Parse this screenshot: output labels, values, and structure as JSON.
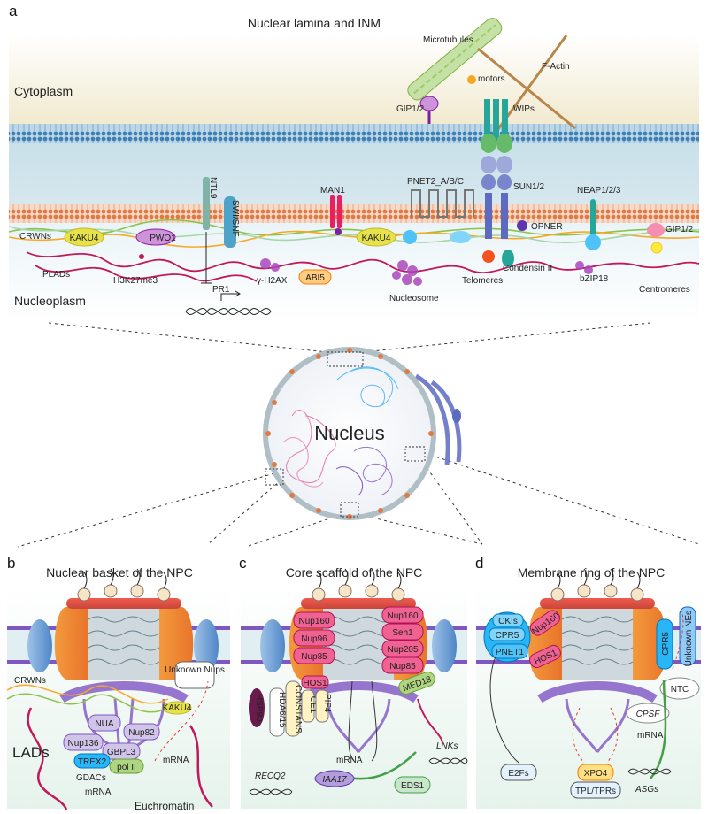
{
  "panel_a": {
    "letter": "a",
    "title": "Nuclear lamina and INM",
    "cytoplasm": "Cytoplasm",
    "nucleoplasm": "Nucleoplasm",
    "labels": {
      "microtubules": "Microtubules",
      "motors": "motors",
      "factin": "F-Actin",
      "gip_top": "GIP1/2",
      "wips": "WIPs",
      "man1": "MAN1",
      "pnet2": "PNET2_A/B/C",
      "sun": "SUN1/2",
      "neap": "NEAP1/2/3",
      "crwns": "CRWNs",
      "kaku4_a": "KAKU4",
      "pwo1": "PWO1",
      "ntl9": "NTL9",
      "swisnf": "SWI/SNF",
      "kaku4_b": "KAKU4",
      "opner": "OPNER",
      "gip_right": "GIP1/2",
      "plads": "PLADs",
      "h3k27me3": "H3K27me3",
      "gh2ax": "γ-H2AX",
      "abi5": "ABI5",
      "nucleosome": "Nucleosome",
      "telomeres": "Telomeres",
      "condensin": "Condensin II",
      "bzip18": "bZIP18",
      "centromeres": "Centromeres",
      "pr1": "PR1"
    }
  },
  "nucleus": {
    "label": "Nucleus"
  },
  "panel_b": {
    "letter": "b",
    "title": "Nuclear basket of the NPC",
    "labels": {
      "unknown_nups": "Unknown Nups",
      "crwns": "CRWNs",
      "kaku4": "KAKU4",
      "nua": "NUA",
      "nup82": "Nup82",
      "nup136": "Nup136",
      "gbpl3": "GBPL3",
      "trex2": "TREX2",
      "pol2": "pol II",
      "lads": "LADs",
      "gdacs": "GDACs",
      "mrna1": "mRNA",
      "mrna2": "mRNA",
      "euchromatin": "Euchromatin"
    }
  },
  "panel_c": {
    "letter": "c",
    "title": "Core scaffold of the NPC",
    "labels": {
      "nup160_l": "Nup160",
      "nup96": "Nup96",
      "nup85_l": "Nup85",
      "nup160_r": "Nup160",
      "seh1": "Seh1",
      "nup205": "Nup205",
      "nup85_r": "Nup85",
      "hsp90": "HSP90",
      "hda": "HDA6/15",
      "constans": "CONSTANS",
      "hos1": "HOS1",
      "ice1": "ICE1",
      "pif4": "PIF4",
      "med18": "MED18",
      "mrna": "mRNA",
      "lnks": "LNKs",
      "recq2": "RECQ2",
      "iaa17": "IAA17",
      "eds1": "EDS1"
    }
  },
  "panel_d": {
    "letter": "d",
    "title": "Membrane ring of the NPC",
    "labels": {
      "ckis": "CKIs",
      "cpr5_l": "CPR5",
      "pnet1": "PNET1",
      "nup160": "Nup160",
      "hos1": "HOS1",
      "cpr5_r": "CPR5",
      "unknown_nes": "Unknown NEs",
      "ntc": "NTC",
      "cpsf": "CPSF",
      "mrna": "mRNA",
      "e2fs": "E2Fs",
      "xpo4": "XPO4",
      "tpl": "TPL/TPRs",
      "asgs": "ASGs"
    }
  },
  "colors": {
    "cytoplasm_bg": "#f6f1dd",
    "membrane_blue": "#6aa0c8",
    "membrane_orange": "#e8a071",
    "nucleoplasm_bg": "#e4f1f7",
    "chromatin": "#c2185b",
    "kaku4": "#e8e24a",
    "pink_protein": "#f06292"
  }
}
